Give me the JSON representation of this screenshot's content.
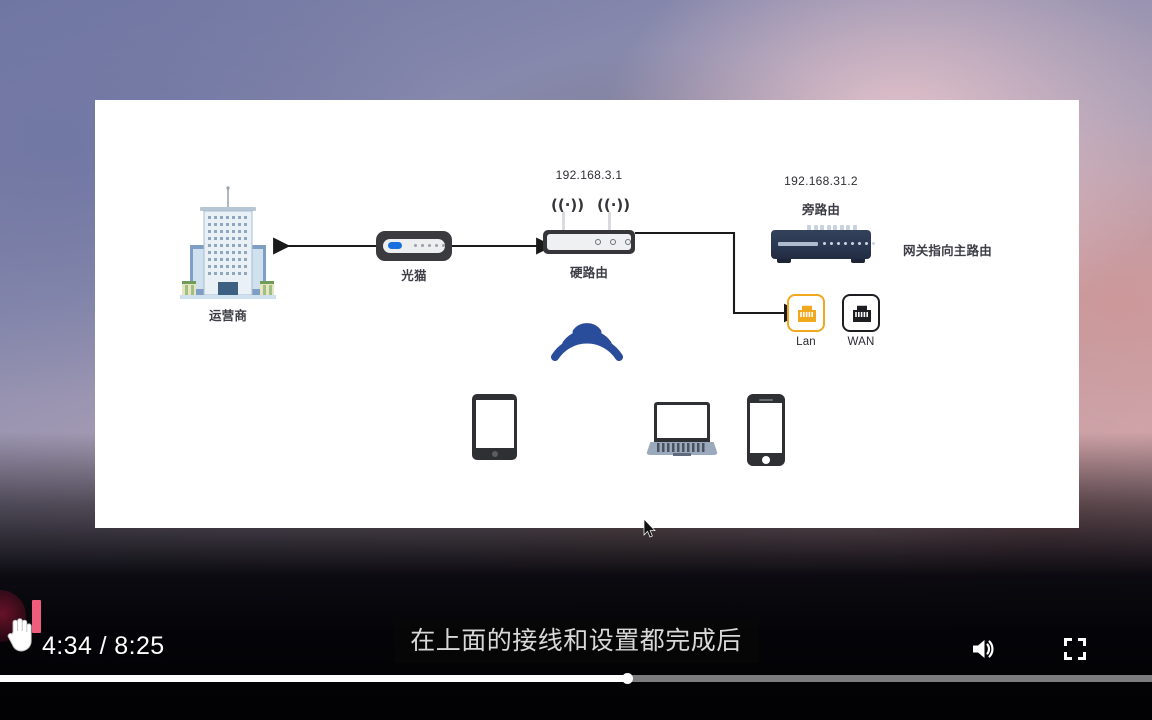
{
  "player": {
    "time_display": "4:34 / 8:25",
    "current_time": "4:34",
    "duration": "8:25",
    "progress_percent": 54.5,
    "subtitle": "在上面的接线和设置都完成后",
    "controls": {
      "pause_label": "Pause",
      "volume_label": "Volume",
      "fullscreen_label": "Fullscreen"
    }
  },
  "diagram": {
    "title": "",
    "nodes": {
      "isp": {
        "label": "运营商",
        "icon": "office-building-icon"
      },
      "modem": {
        "label": "光猫",
        "icon": "optical-modem-icon"
      },
      "main_router": {
        "label": "硬路由",
        "ip": "192.168.3.1",
        "icon": "wireless-router-icon"
      },
      "bypass_router": {
        "label": "旁路由",
        "ip": "192.168.31.2",
        "icon": "network-switch-icon",
        "note": "网关指向主路由"
      },
      "lan_port": {
        "label": "Lan",
        "icon": "rj45-lan-port-icon",
        "color": "#f0a81e"
      },
      "wan_port": {
        "label": "WAN",
        "icon": "rj45-wan-port-icon",
        "color": "#1d1d22"
      },
      "wifi": {
        "label": "",
        "icon": "wifi-signal-icon",
        "color": "#2a4d9b"
      },
      "tablet": {
        "label": "",
        "icon": "tablet-icon"
      },
      "laptop": {
        "label": "",
        "icon": "laptop-icon"
      },
      "phone": {
        "label": "",
        "icon": "smartphone-icon"
      }
    },
    "colors": {
      "building_body": "#cfe0ef",
      "switch_body": "#2b3852",
      "wire": "#1a1a1a",
      "lan_accent": "#f0a81e",
      "wifi_blue": "#2a4d9b"
    }
  }
}
